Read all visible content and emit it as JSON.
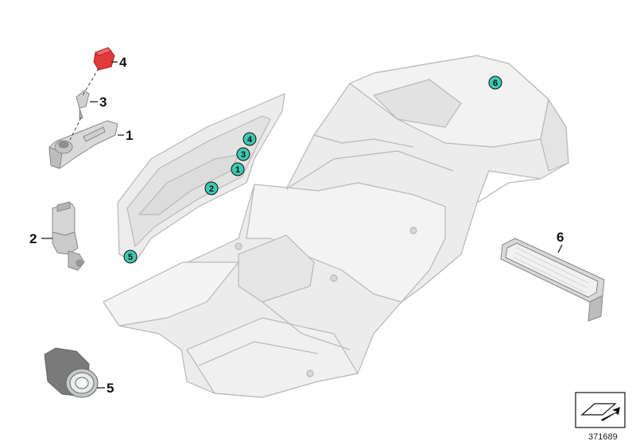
{
  "labels": {
    "l1": "1",
    "l2": "2",
    "l3": "3",
    "l4": "4",
    "l5": "5",
    "l6": "6"
  },
  "callouts": {
    "c1": "1",
    "c2": "2",
    "c3": "3",
    "c4": "4",
    "c5": "5",
    "c6": "6"
  },
  "doc_number": "371689",
  "colors": {
    "callout_fill": "#3cc8b4",
    "body_fill": "#ececec",
    "body_stroke": "#b8b8b8",
    "switch_red": "#e03a3a"
  }
}
